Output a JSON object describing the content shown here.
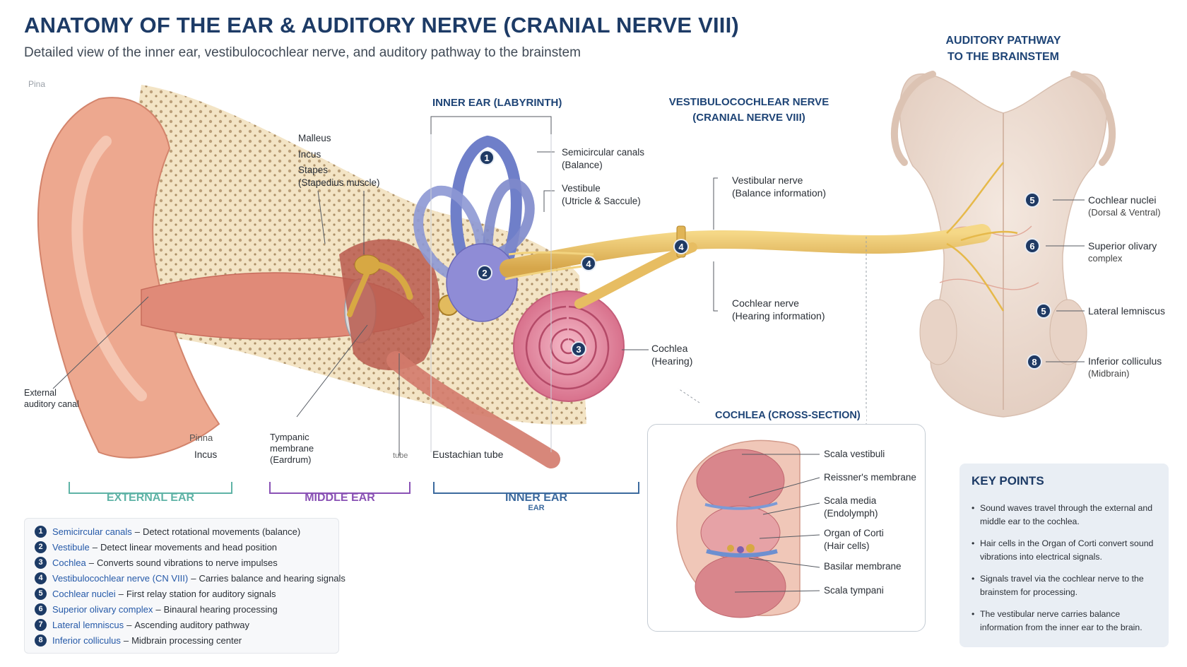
{
  "title": "ANATOMY OF THE EAR & AUDITORY NERVE (CRANIAL NERVE VIII)",
  "subtitle": "Detailed view of the inner ear, vestibulocochlear nerve, and auditory pathway to the brainstem",
  "section_titles": {
    "inner_ear": "INNER EAR (LABYRINTH)",
    "nerve_line1": "VESTIBULOCOCHLEAR NERVE",
    "nerve_line2": "(CRANIAL NERVE VIII)",
    "pathway_line1": "AUDITORY PATHWAY",
    "pathway_line2": "TO THE BRAINSTEM",
    "cross_section": "COCHLEA (CROSS-SECTION)"
  },
  "labels": {
    "pinna_top": "Pina",
    "malleus": "Malleus",
    "incus_top": "Incus",
    "stapes": "Stapes",
    "stapedius": "(Stapedius muscle)",
    "semicircular": "Semicircular canals",
    "semicircular_sub": "(Balance)",
    "vestibule": "Vestibule",
    "vestibule_sub": "(Utricle & Saccule)",
    "vestibular_nerve": "Vestibular nerve",
    "vestibular_nerve_sub": "(Balance information)",
    "cochlear_nerve": "Cochlear nerve",
    "cochlear_nerve_sub": "(Hearing information)",
    "cochlea": "Cochlea",
    "cochlea_sub": "(Hearing)",
    "external_canal_1": "External",
    "external_canal_2": "auditory canal",
    "pinna_bottom": "Pinna",
    "incus_bottom": "Incus",
    "tympanic_1": "Tympanic",
    "tympanic_2": "membrane",
    "tympanic_3": "(Eardrum)",
    "tube_small": "tube",
    "eustachian": "Eustachian tube",
    "cochlear_nuclei": "Cochlear nuclei",
    "cochlear_nuclei_sub": "(Dorsal & Ventral)",
    "superior_olivary": "Superior olivary",
    "superior_olivary_sub": "complex",
    "lateral_lemniscus": "Lateral lemniscus",
    "inferior_colliculus": "Inferior colliculus",
    "inferior_colliculus_sub": "(Midbrain)"
  },
  "regions": {
    "external": "EXTERNAL EAR",
    "middle": "MIDDLE EAR",
    "inner": "INNER EAR",
    "inner_extra": "EAR"
  },
  "region_colors": {
    "external": "#5fb3a6",
    "middle": "#8a52b5",
    "inner": "#3c6a9e"
  },
  "cross_labels": {
    "scala_vestibuli": "Scala vestibuli",
    "reissner": "Reissner's membrane",
    "scala_media": "Scala media",
    "scala_media_sub": "(Endolymph)",
    "organ_corti": "Organ of Corti",
    "organ_corti_sub": "(Hair cells)",
    "basilar": "Basilar membrane",
    "scala_tympani": "Scala tympani"
  },
  "badges": {
    "b1": "1",
    "b2": "2",
    "b3": "3",
    "b4a": "4",
    "b4b": "4",
    "b5a": "5",
    "b6": "6",
    "b5b": "5",
    "b8": "8"
  },
  "legend": [
    {
      "num": "1",
      "term": "Semicircular canals",
      "desc": "Detect rotational movements (balance)"
    },
    {
      "num": "2",
      "term": "Vestibule",
      "desc": "Detect linear movements and head position"
    },
    {
      "num": "3",
      "term": "Cochlea",
      "desc": "Converts sound vibrations to nerve impulses"
    },
    {
      "num": "4",
      "term": "Vestibulocochlear nerve (CN VIII)",
      "desc": "Carries balance and hearing signals"
    },
    {
      "num": "5",
      "term": "Cochlear nuclei",
      "desc": "First relay station for auditory signals"
    },
    {
      "num": "6",
      "term": "Superior olivary complex",
      "desc": "Binaural hearing processing"
    },
    {
      "num": "7",
      "term": "Lateral lemniscus",
      "desc": "Ascending auditory pathway"
    },
    {
      "num": "8",
      "term": "Inferior colliculus",
      "desc": "Midbrain processing center"
    }
  ],
  "legend_separator": "–",
  "key_points": {
    "title": "KEY POINTS",
    "items": [
      "Sound waves travel through the external and middle ear to the cochlea.",
      "Hair cells in the Organ of Corti convert sound vibrations into electrical signals.",
      "Signals travel via the cochlear nerve to the brainstem for processing.",
      "The vestibular nerve carries balance information from the inner ear to the brain."
    ]
  }
}
